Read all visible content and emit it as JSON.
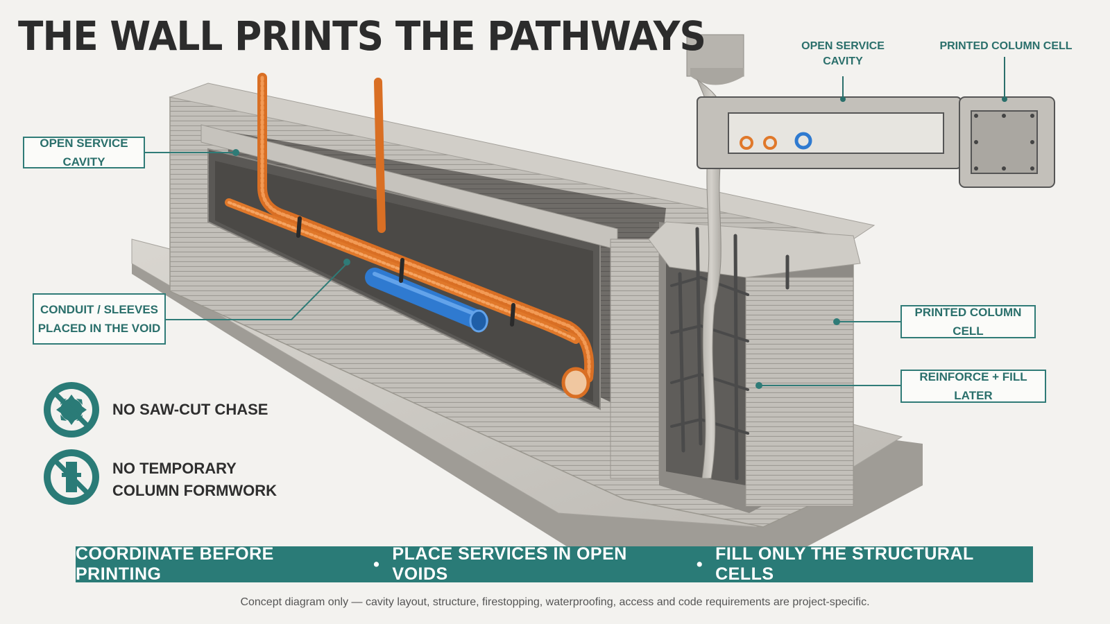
{
  "title": "THE WALL PRINTS THE PATHWAYS",
  "callouts": {
    "open_service_cavity_left": "OPEN SERVICE CAVITY",
    "conduit_line1": "CONDUIT / SLEEVES",
    "conduit_line2": "PLACED IN THE VOID",
    "printed_column_cell_right": "PRINTED COLUMN CELL",
    "reinforce_fill": "REINFORCE + FILL LATER"
  },
  "inset": {
    "open_service_line1": "OPEN SERVICE",
    "open_service_line2": "CAVITY",
    "printed_column_cell": "PRINTED COLUMN CELL"
  },
  "notes": {
    "no_saw_cut": "NO SAW-CUT CHASE",
    "no_formwork_line1": "NO TEMPORARY",
    "no_formwork_line2": "COLUMN FORMWORK"
  },
  "banner": {
    "item1": "COORDINATE BEFORE PRINTING",
    "item2": "PLACE SERVICES IN OPEN VOIDS",
    "item3": "FILL ONLY THE STRUCTURAL CELLS",
    "separator": "•"
  },
  "footer": "Concept diagram only — cavity layout, structure, firestopping, waterproofing, access and code requirements are project-specific.",
  "colors": {
    "accent": "#2a7b77",
    "conduit_orange": "#e0782a",
    "pipe_blue": "#2f7ad0",
    "concrete": "#b9b6b0"
  },
  "icons": [
    "no-saw-icon",
    "no-formwork-icon"
  ]
}
